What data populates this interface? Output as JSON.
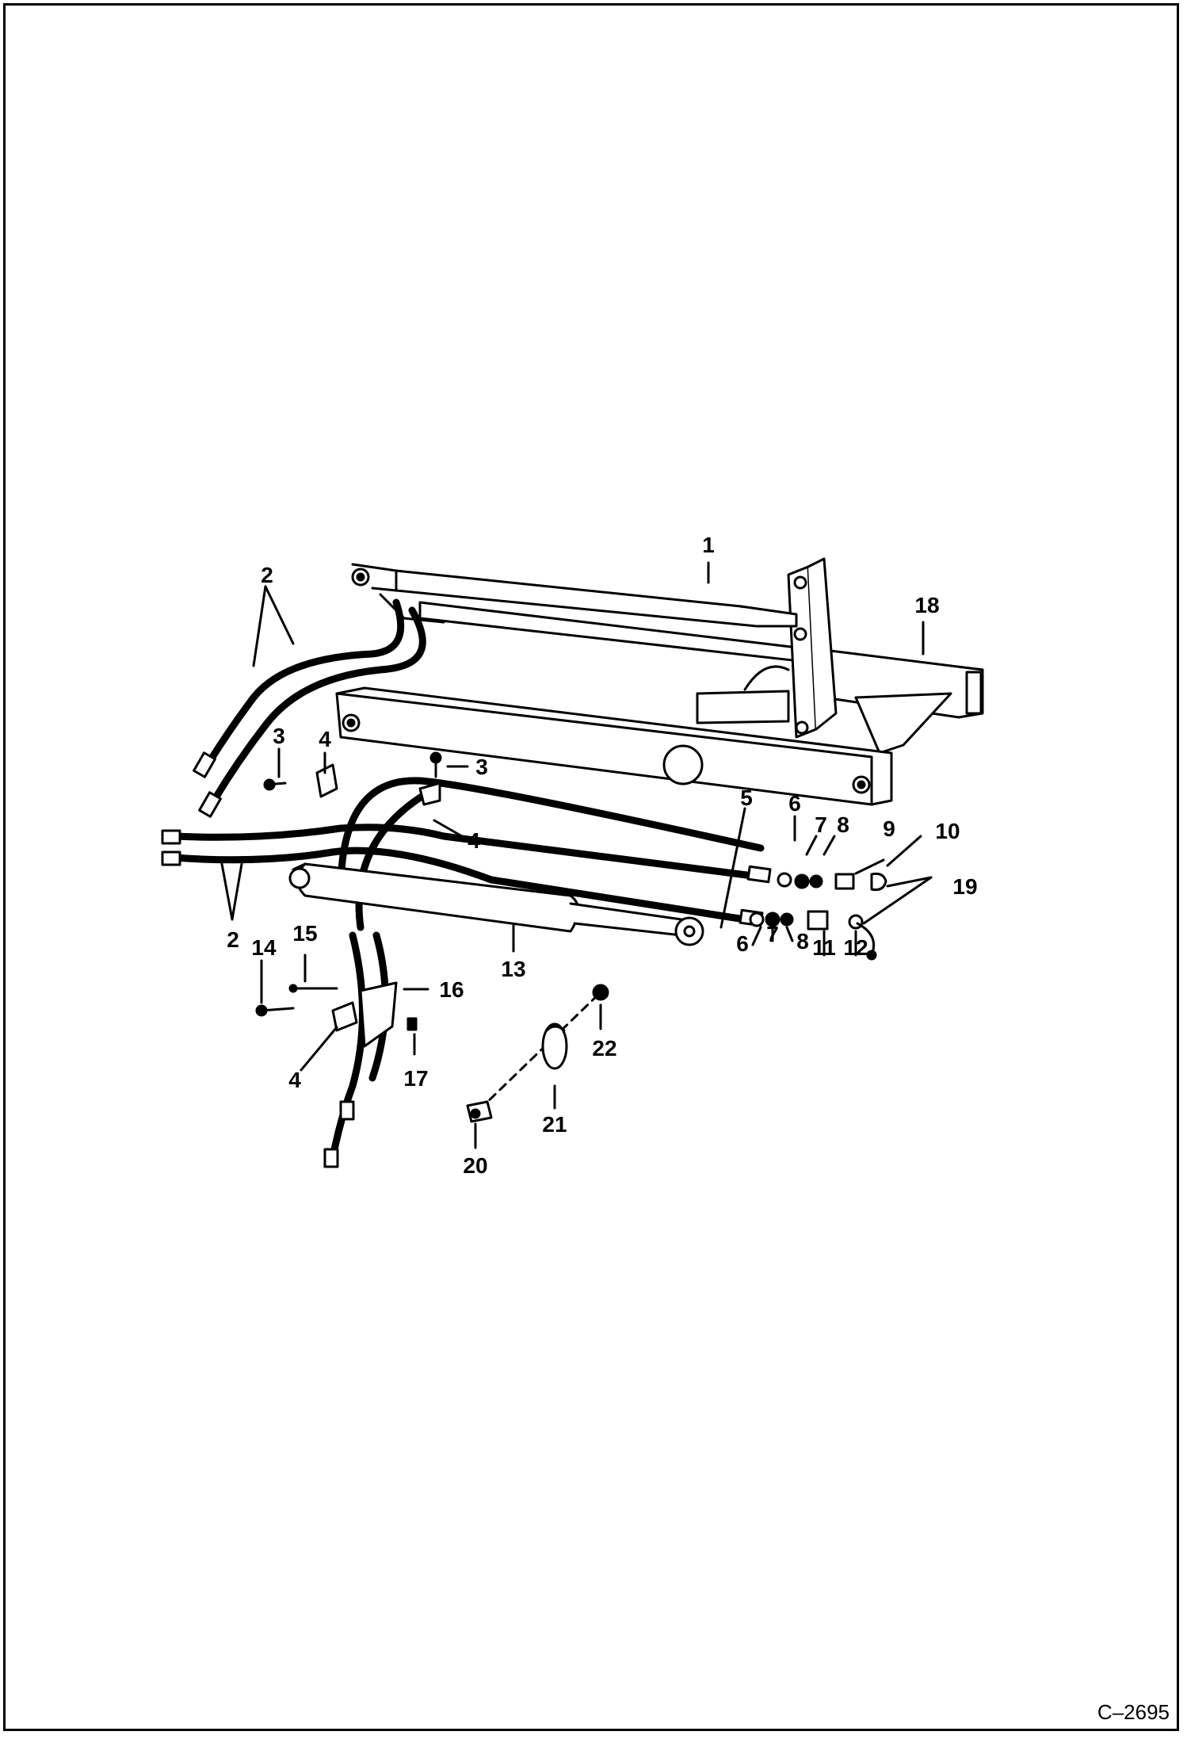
{
  "figure_id": "C–2695",
  "callouts": {
    "c1": "1",
    "c2a": "2",
    "c2b": "2",
    "c3a": "3",
    "c3b": "3",
    "c4a": "4",
    "c4b": "4",
    "c4c": "4",
    "c5": "5",
    "c6a": "6",
    "c6b": "6",
    "c7a": "7",
    "c7b": "7",
    "c8a": "8",
    "c8b": "8",
    "c9": "9",
    "c10": "10",
    "c11": "11",
    "c12": "12",
    "c13": "13",
    "c14": "14",
    "c15": "15",
    "c16": "16",
    "c17": "17",
    "c18": "18",
    "c19": "19",
    "c20": "20",
    "c21": "21",
    "c22": "22"
  }
}
